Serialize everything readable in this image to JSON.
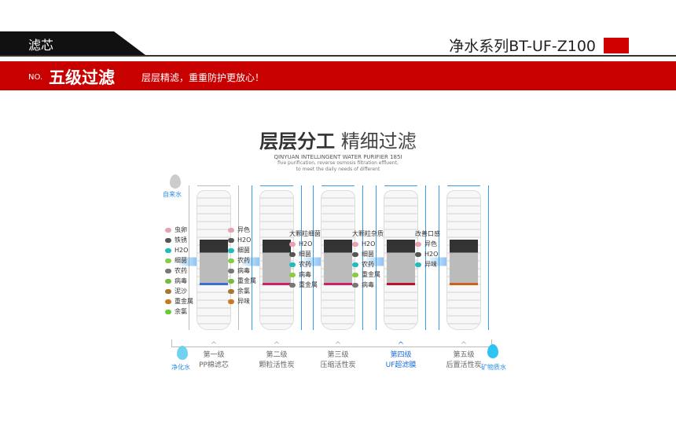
{
  "header": {
    "tab_label": "滤芯",
    "series_title": "净水系列BT-UF-Z100",
    "accent": "#d10000"
  },
  "band": {
    "no": "NO.",
    "title": "五级过滤",
    "subtitle": "层层精滤，重重防护更放心！",
    "color": "#c80000"
  },
  "hero": {
    "title_bold": "层层分工",
    "title_light": "精细过滤",
    "en_line1": "QINYUAN INTELLINGENT WATER PURIFIER 185I",
    "en_line2": "five purification, reverse osmosis filtration effluent,",
    "en_line3": "to meet the daily needs of different"
  },
  "inlet": {
    "label": "自来水",
    "icon": "water-drop-icon"
  },
  "outlet_left": {
    "label": "净化水",
    "icon": "water-drop-icon"
  },
  "outlet_right": {
    "label": "矿物质水",
    "icon": "water-drop-icon"
  },
  "stages": [
    {
      "level": "第一级",
      "name": "PP棉滤芯",
      "heading": "",
      "items": [
        "虫卵",
        "铁锈",
        "H2O",
        "细菌",
        "农药",
        "病毒",
        "泥沙",
        "重金属",
        "余氯"
      ],
      "color": "#3a6fd8",
      "highlight": false
    },
    {
      "level": "第二级",
      "name": "颗粒活性炭",
      "heading": "",
      "items": [
        "异色",
        "H2O",
        "细菌",
        "农药",
        "病毒",
        "重金属",
        "余氯",
        "异味"
      ],
      "color": "#d0206a",
      "highlight": false
    },
    {
      "level": "第三级",
      "name": "压缩活性炭",
      "heading": "大颗粒细菌",
      "items": [
        "H2O",
        "细菌",
        "农药",
        "病毒",
        "重金属"
      ],
      "color": "#d0206a",
      "highlight": false
    },
    {
      "level": "第四级",
      "name": "UF超滤膜",
      "heading": "大颗粒杂质",
      "items": [
        "H2O",
        "细菌",
        "农药",
        "重金属",
        "病毒"
      ],
      "color": "#c01030",
      "highlight": true
    },
    {
      "level": "第五级",
      "name": "后置活性炭",
      "heading": "改善口感",
      "items": [
        "异色",
        "H2O",
        "异味"
      ],
      "color": "#d06020",
      "highlight": false
    }
  ]
}
